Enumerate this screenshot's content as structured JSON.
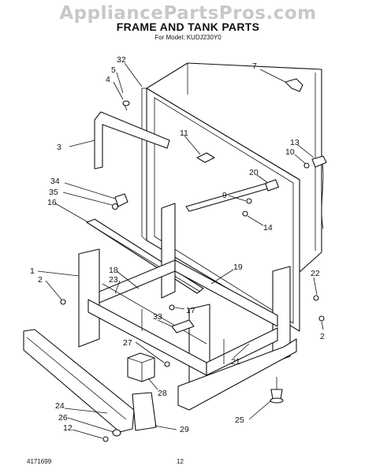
{
  "watermark": "AppliancePartsPros.com",
  "title": "FRAME AND TANK PARTS",
  "model_line": "For Model: KUDJ230Y0",
  "footer": {
    "doc_number": "4171699",
    "page_number": "12"
  },
  "callouts": [
    "32",
    "5",
    "4",
    "7",
    "3",
    "11",
    "13",
    "10",
    "20",
    "9",
    "34",
    "35",
    "16",
    "14",
    "1",
    "2",
    "18",
    "23",
    "19",
    "22",
    "17",
    "33",
    "27",
    "21",
    "2",
    "28",
    "24",
    "26",
    "12",
    "25",
    "29"
  ]
}
